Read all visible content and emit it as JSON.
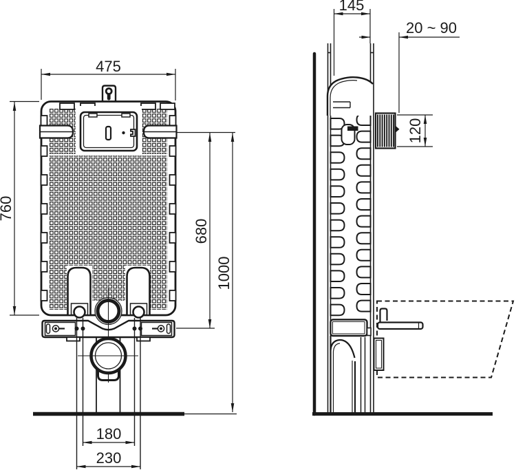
{
  "drawing": {
    "dimensions": {
      "front_view": {
        "frame_width": "475",
        "frame_height": "760",
        "bracket_to_fixing_height": "680",
        "total_height": "1000",
        "inner_bolt_spacing": "180",
        "outer_bolt_spacing": "230"
      },
      "side_view": {
        "frame_depth": "145",
        "adjustment_range": "20 ~ 90",
        "flush_connector_height": "120"
      }
    },
    "colors": {
      "line": "#1a1a1a",
      "text": "#1b1b1b",
      "background": "#ffffff"
    }
  }
}
